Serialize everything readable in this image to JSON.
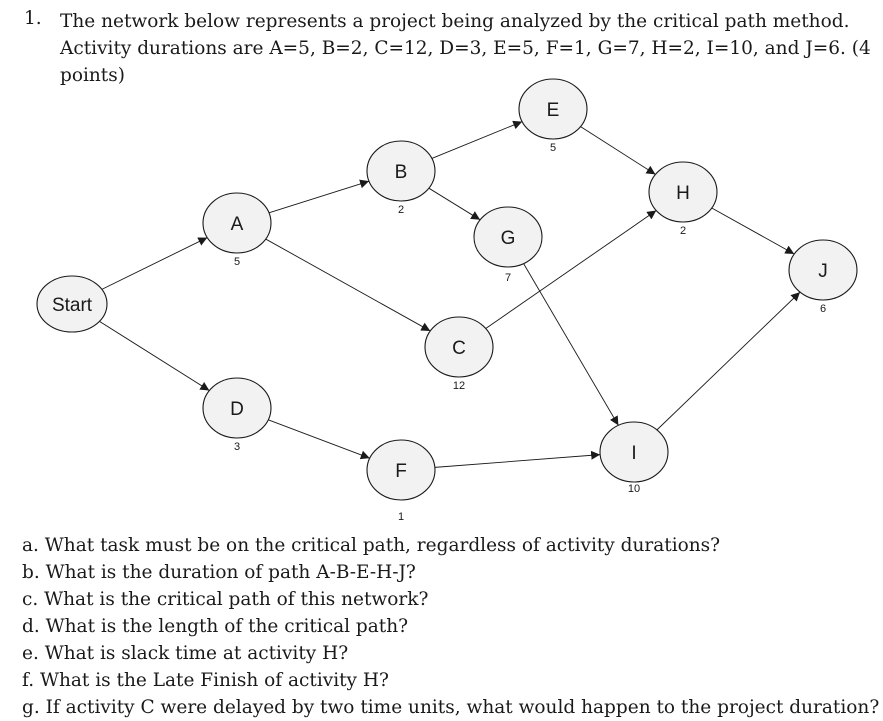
{
  "question": {
    "number": "1.",
    "text": "The network below represents a project being analyzed by the critical path method. Activity durations are A=5, B=2, C=12, D=3, E=5, F=1, G=7, H=2, I=10, and J=6. (4 points)"
  },
  "network": {
    "nodes": [
      {
        "id": "start",
        "label": "Start",
        "duration": ""
      },
      {
        "id": "A",
        "label": "A",
        "duration": "5"
      },
      {
        "id": "B",
        "label": "B",
        "duration": "2"
      },
      {
        "id": "C",
        "label": "C",
        "duration": "12"
      },
      {
        "id": "D",
        "label": "D",
        "duration": "3"
      },
      {
        "id": "E",
        "label": "E",
        "duration": "5"
      },
      {
        "id": "F",
        "label": "F",
        "duration": "1"
      },
      {
        "id": "G",
        "label": "G",
        "duration": "7"
      },
      {
        "id": "H",
        "label": "H",
        "duration": "2"
      },
      {
        "id": "I",
        "label": "I",
        "duration": "10"
      },
      {
        "id": "J",
        "label": "J",
        "duration": "6"
      }
    ],
    "edges": [
      [
        "start",
        "A"
      ],
      [
        "start",
        "D"
      ],
      [
        "A",
        "B"
      ],
      [
        "A",
        "C"
      ],
      [
        "B",
        "E"
      ],
      [
        "B",
        "G"
      ],
      [
        "C",
        "H"
      ],
      [
        "D",
        "F"
      ],
      [
        "E",
        "H"
      ],
      [
        "F",
        "I"
      ],
      [
        "G",
        "I"
      ],
      [
        "H",
        "J"
      ],
      [
        "I",
        "J"
      ]
    ],
    "style": {
      "node_fill": "#f2f2f2",
      "stroke": "#1a1a1a"
    }
  },
  "questions": [
    "a. What task must be on the critical path, regardless of activity durations?",
    "b. What is the duration of path A-B-E-H-J?",
    "c. What is the critical path of this network?",
    "d. What is the length of the critical path?",
    "e. What is slack time at activity H?",
    "f. What is the Late Finish of activity H?",
    "g. If activity C were delayed by two time units, what would happen to the project duration?"
  ]
}
